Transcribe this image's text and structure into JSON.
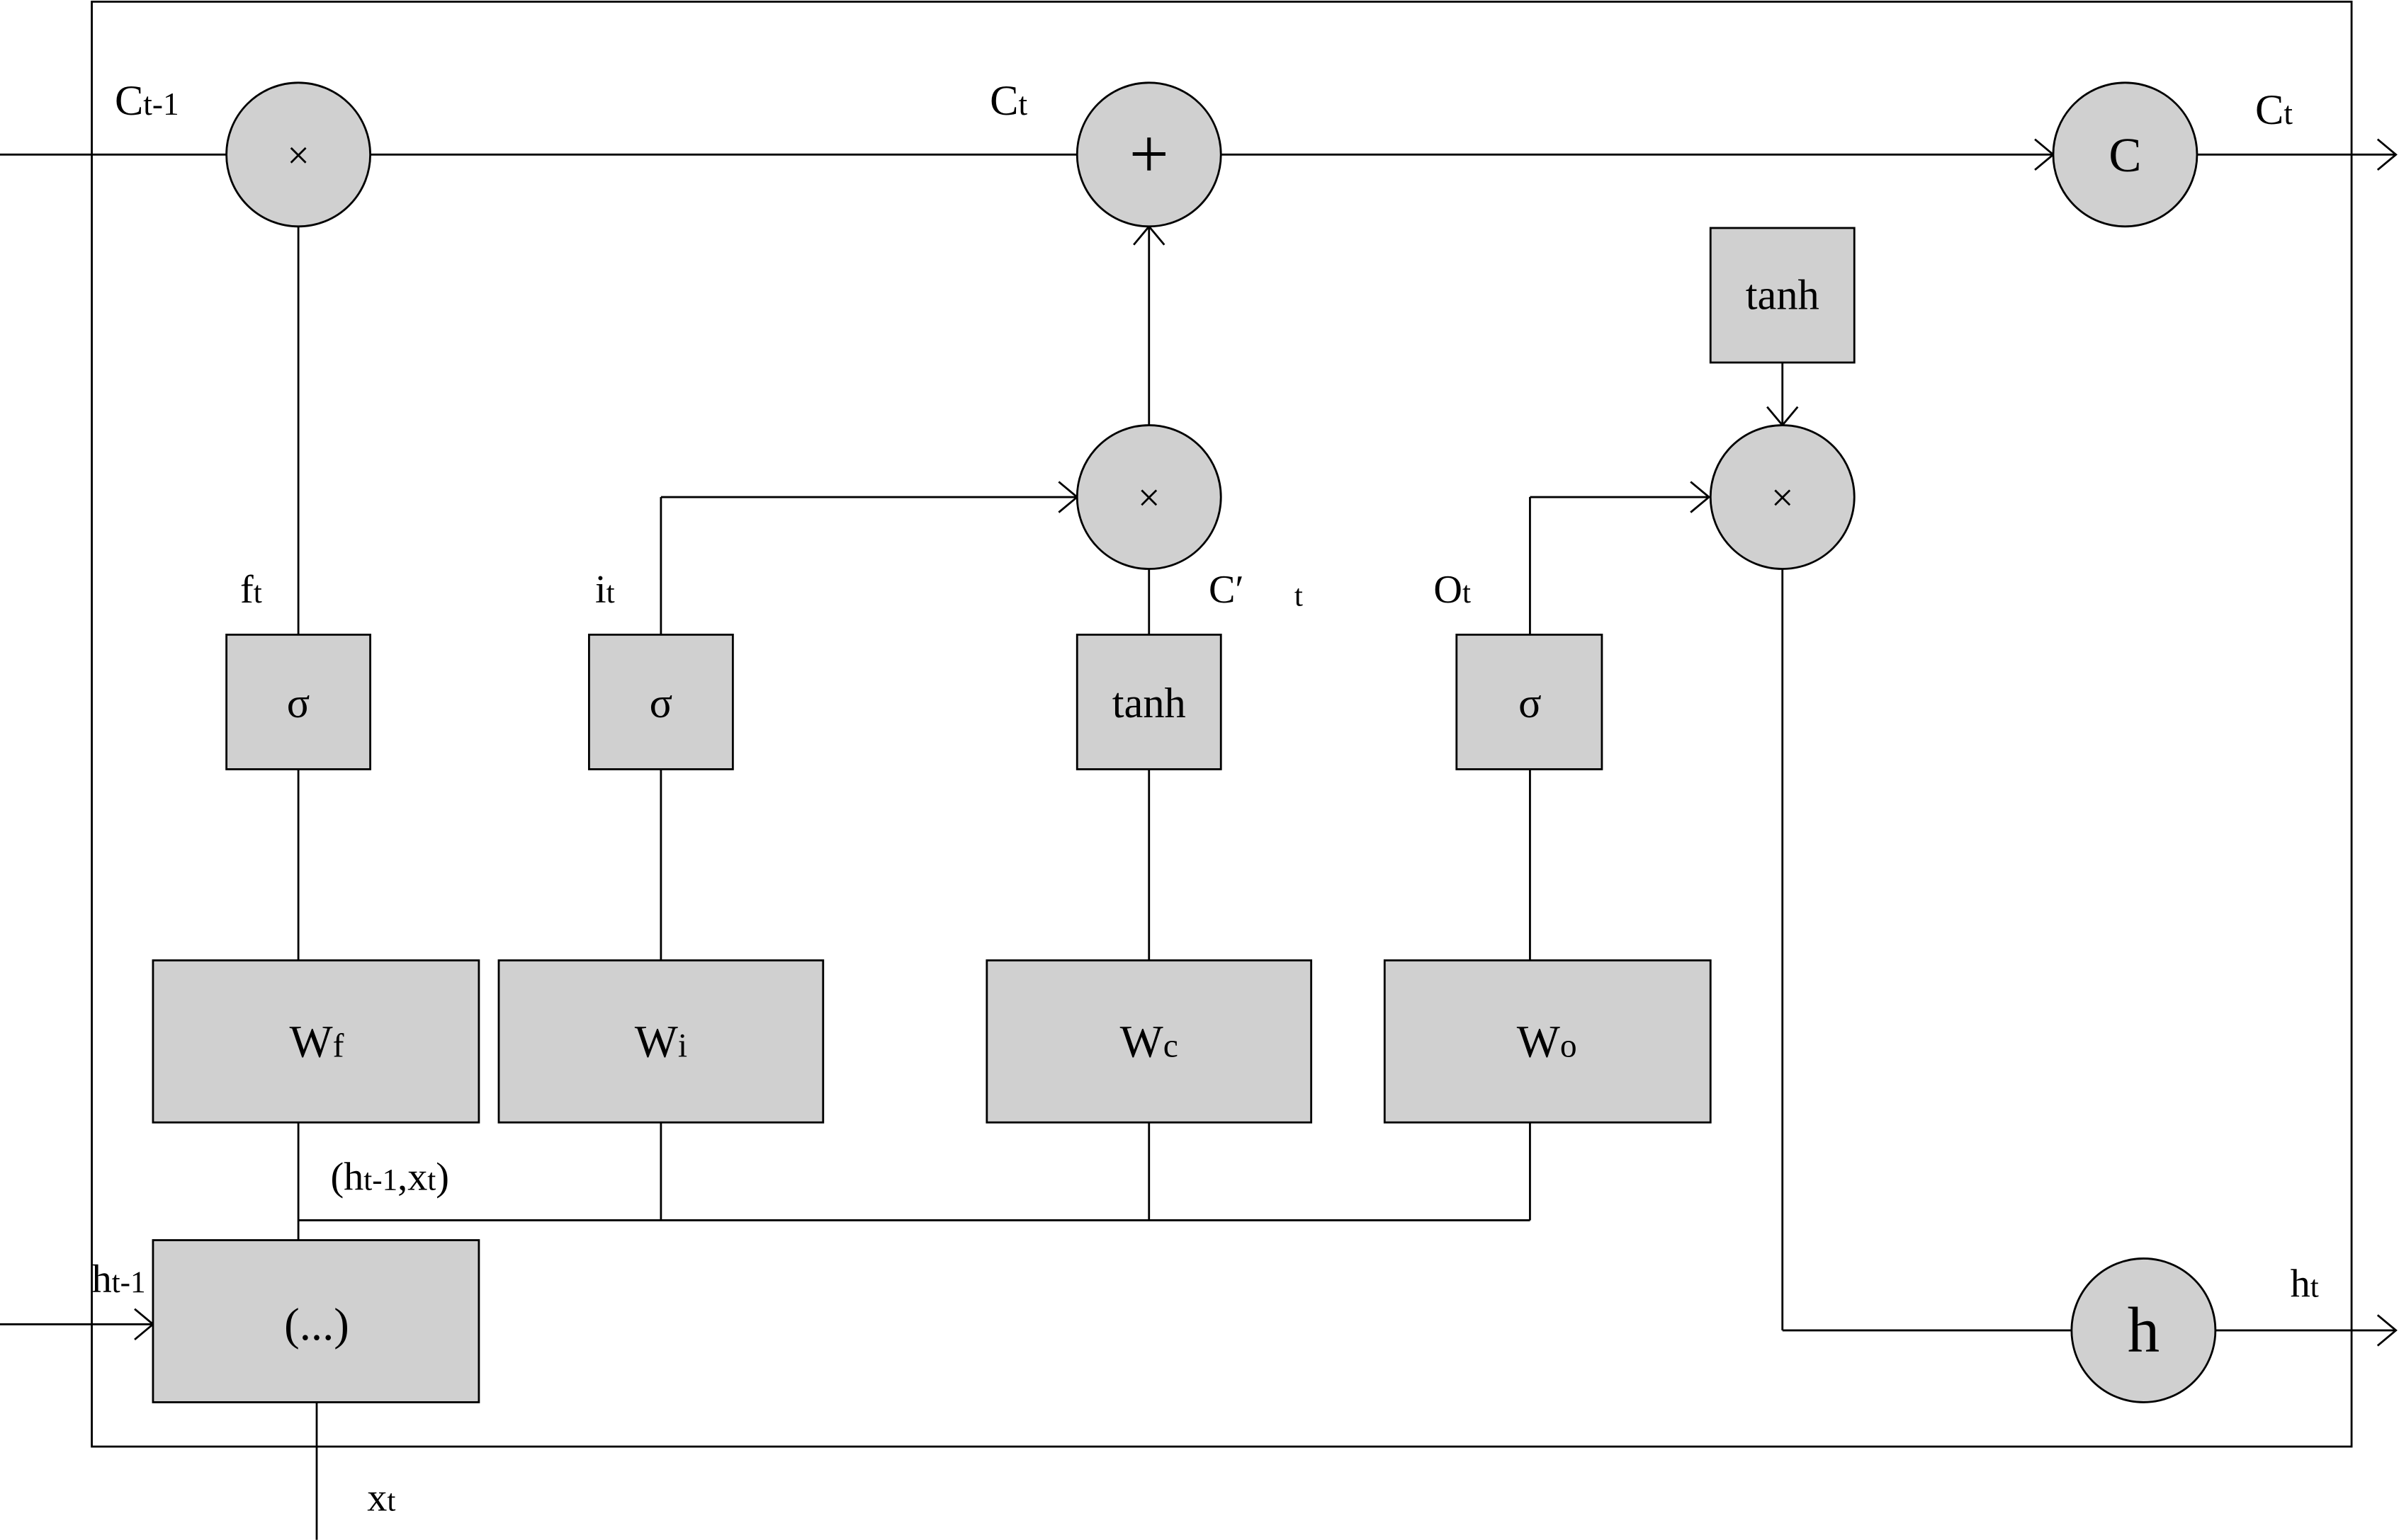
{
  "colors": {
    "node_fill": "#d0d0d0",
    "line": "#000000",
    "background": "#ffffff"
  },
  "cell_state": {
    "prev": {
      "main": "C",
      "sub": "t-1"
    },
    "current": {
      "main": "C",
      "sub": "t"
    },
    "output": {
      "main": "C",
      "sub": "t"
    }
  },
  "operators": {
    "forget_multiply": "×",
    "cell_add": "+",
    "input_multiply": "×",
    "output_multiply": "×"
  },
  "state_nodes": {
    "cell": "C",
    "hidden": "h"
  },
  "gates": {
    "forget": {
      "activation": "σ",
      "label": {
        "main": "f",
        "sub": "t"
      },
      "weight": {
        "main": "W",
        "sub": "f"
      }
    },
    "input": {
      "activation": "σ",
      "label": {
        "main": "i",
        "sub": "t"
      },
      "weight": {
        "main": "W",
        "sub": "i"
      }
    },
    "candidate": {
      "activation": "tanh",
      "label": {
        "main": "C′",
        "sub": "t"
      },
      "weight": {
        "main": "W",
        "sub": "c"
      }
    },
    "output": {
      "activation": "σ",
      "label": {
        "main": "O",
        "sub": "t"
      },
      "weight": {
        "main": "W",
        "sub": "o"
      }
    }
  },
  "cell_tanh": "tanh",
  "concat": {
    "box": "(...)",
    "pair": [
      "(h",
      "t-1",
      ",x",
      "t",
      ")"
    ]
  },
  "inputs": {
    "h_prev": {
      "main": "h",
      "sub": "t-1"
    },
    "x": {
      "main": "x",
      "sub": "t"
    }
  },
  "outputs": {
    "h": {
      "main": "h",
      "sub": "t"
    }
  }
}
